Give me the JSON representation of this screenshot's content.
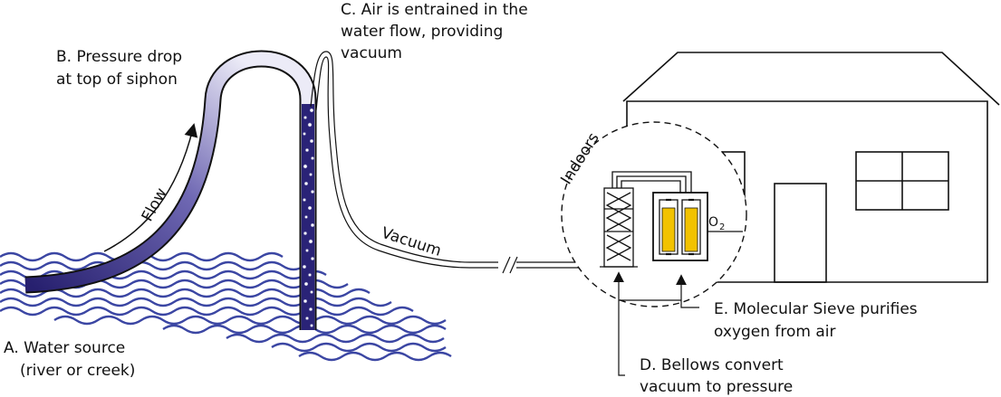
{
  "labels": {
    "a_line1": "A. Water source",
    "a_line2": "(river or creek)",
    "b_line1": "B. Pressure drop",
    "b_line2": "at top of siphon",
    "c_line1": "C. Air is entrained in the",
    "c_line2": "water flow, providing",
    "c_line3": "vacuum",
    "d_line1": "D. Bellows convert",
    "d_line2": "vacuum to pressure",
    "e_line1": "E. Molecular Sieve purifies",
    "e_line2": "oxygen from air",
    "flow": "Flow",
    "vacuum": "Vacuum",
    "indoors": "Indoors",
    "o2_main": "O",
    "o2_sub": "2"
  },
  "colors": {
    "water": "#3b46a3",
    "pipe_dark": "#2a2377",
    "pipe_light": "#e8e8f6",
    "sieve_fill": "#f2c200",
    "line": "#111111"
  }
}
